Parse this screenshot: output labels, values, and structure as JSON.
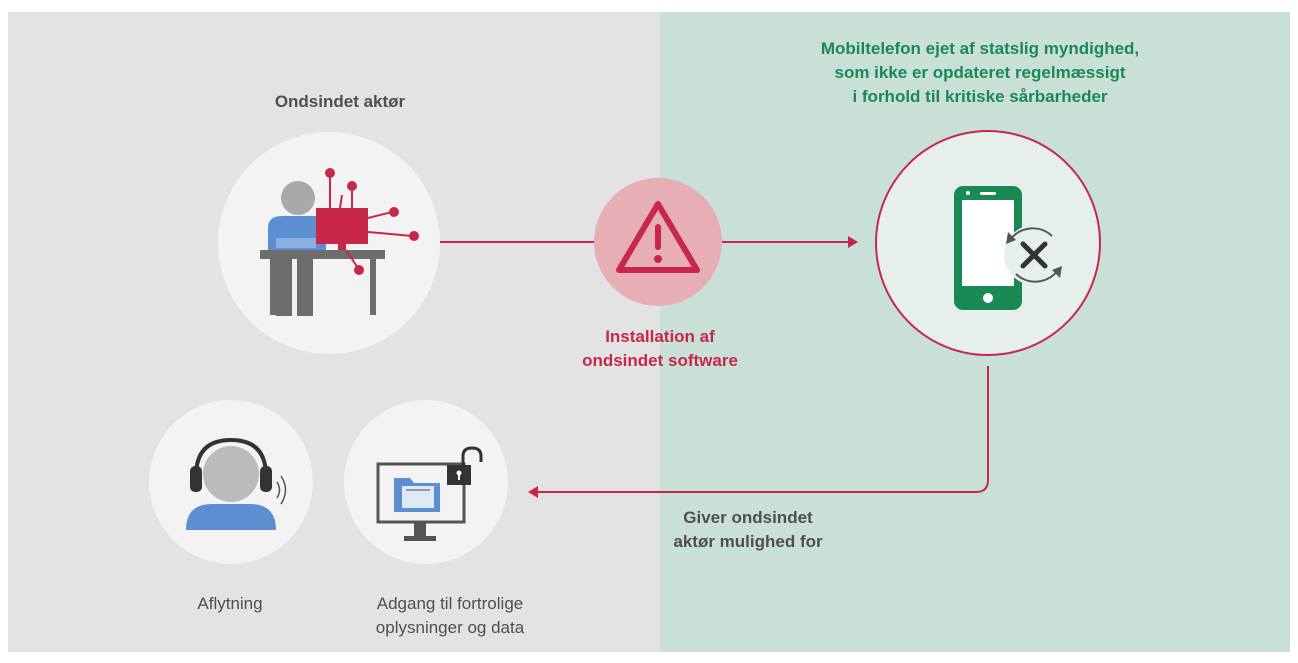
{
  "actor": {
    "title": "Ondsindet aktør"
  },
  "phone": {
    "title_lines": [
      "Mobiltelefon ejet af statslig myndighed,",
      "som ikke er opdateret regelmæssigt",
      "i forhold til kritiske sårbarheder"
    ]
  },
  "installation": {
    "lines": [
      "Installation af",
      "ondsindet software"
    ]
  },
  "enables": {
    "lines": [
      "Giver ondsindet",
      "aktør mulighed for"
    ]
  },
  "outcomes": [
    {
      "lines": [
        "Aflytning"
      ]
    },
    {
      "lines": [
        "Adgang til fortrolige",
        "oplysninger og data"
      ]
    }
  ],
  "colors": {
    "left_panel": "#e3e3e3",
    "right_panel": "#c8e0d8",
    "accent_red": "#c7284a",
    "accent_green": "#1a8a55",
    "text_gray": "#4f4f4f",
    "person_blue": "#5b8fd1"
  }
}
